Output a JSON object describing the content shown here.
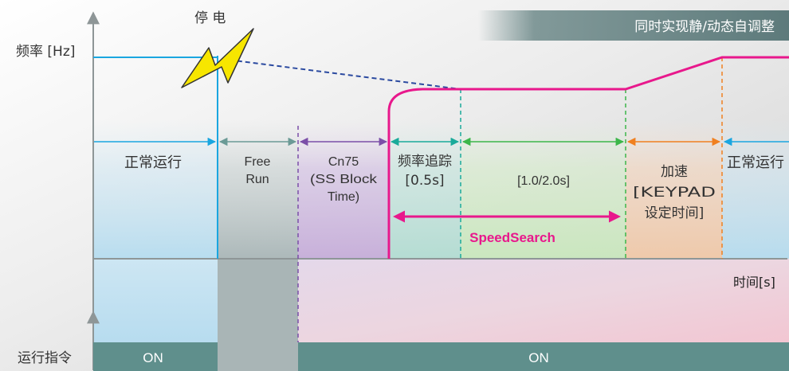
{
  "power_loss": "停 电",
  "banner": "同时实现静/动态自调整",
  "y_axis_label": "频率 [Hz]",
  "x_axis_label": "时间[s]",
  "run_command_label": "运行指令",
  "run_on_before": "ON",
  "run_on_after": "ON",
  "phases": {
    "normal_run": "正常运行",
    "free_run_1": "Free",
    "free_run_2": "Run",
    "cn75_1": "Cn75",
    "cn75_2": "(SS Block",
    "cn75_3": "Time)",
    "freq_track_1": "频率追踪",
    "freq_track_2": "[0.5s]",
    "speed_search_time": "[1.0/2.0s]",
    "accel_1": "加速",
    "accel_2": "[KEYPAD",
    "accel_3": "设定时间]",
    "normal_run_2": "正常运行"
  },
  "speed_search_label": "SpeedSearch",
  "colors": {
    "frequency_line": "#e8188c",
    "normal_arrow": "#1aa6e0",
    "free_run_arrow": "#6b9a96",
    "cn75_arrow": "#7b4fa8",
    "track_arrow": "#1aaa9a",
    "search_arrow": "#3cb64a",
    "accel_arrow": "#f08020",
    "run_bar": "#5f8f8c",
    "banner_bg": "#6e8a8a",
    "bolt": "#f7e600"
  }
}
